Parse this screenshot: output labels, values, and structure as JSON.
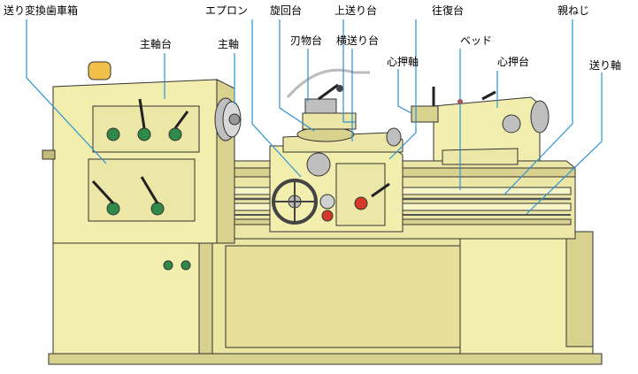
{
  "labels": {
    "feed_gearbox": "送り変換歯車箱",
    "headstock": "主軸台",
    "spindle": "主軸",
    "apron": "エプロン",
    "swivel_slide": "旋回台",
    "tool_post": "刃物台",
    "top_slide": "上送り台",
    "cross_slide": "横送り台",
    "carriage": "往復台",
    "bed": "ベッド",
    "tailstock_spindle": "心押軸",
    "tailstock": "心押台",
    "lead_screw": "親ねじ",
    "feed_rod": "送り軸"
  },
  "colors": {
    "machine_body": "#f2eeae",
    "machine_shadow": "#d9d28e",
    "machine_dark": "#c3bb78",
    "knob_green": "#2f8a4a",
    "knob_red": "#d33a2a",
    "leader_line": "#2a93d5",
    "oil_cup": "#f1c04a"
  }
}
